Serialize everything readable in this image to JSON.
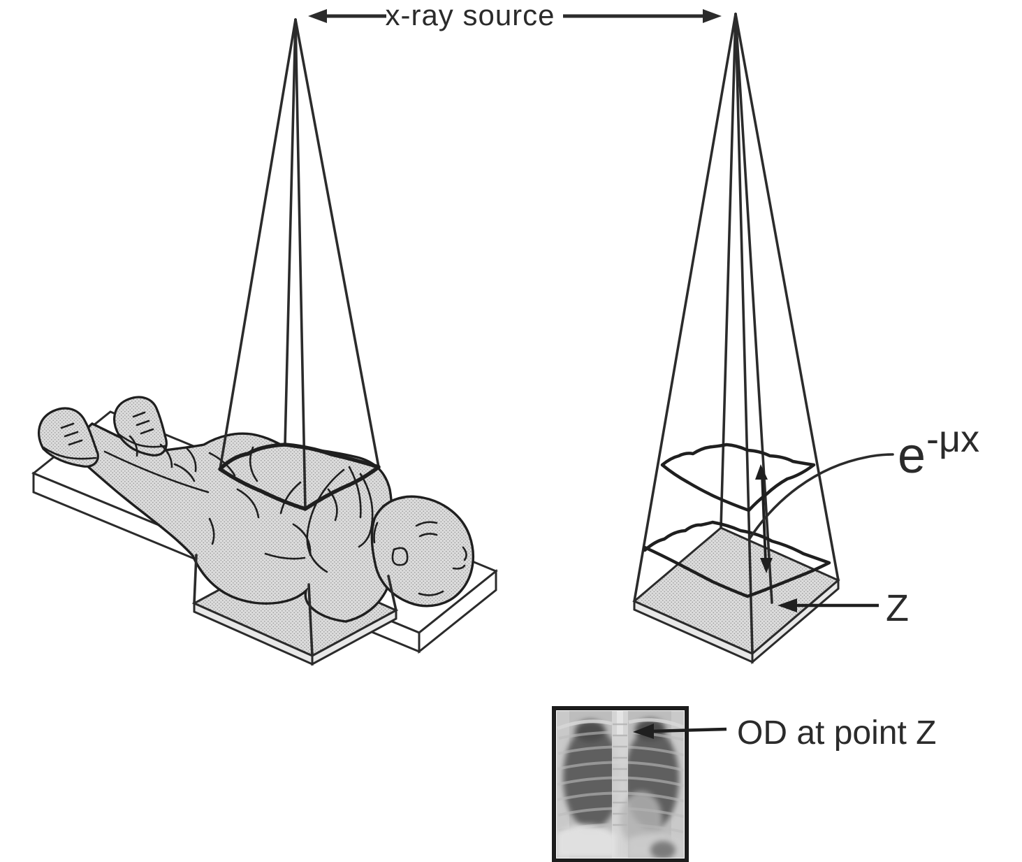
{
  "figure": {
    "labels": {
      "xray_source": "x-ray source",
      "attenuation_base": "e",
      "attenuation_exponent": "-μx",
      "detector_point": "Z",
      "optical_density": "OD at point Z"
    },
    "icons": {
      "top_left_arrow": "arrow-left-icon",
      "top_right_arrow": "arrow-right-icon",
      "attenuation_arrow": "double-headed-vertical-arrow-icon",
      "z_pointer": "arrow-left-icon",
      "od_pointer": "arrow-left-icon"
    },
    "colors": {
      "background": "#ffffff",
      "line_ink": "#2b2b2b",
      "halftone_base": "#dcdcdc",
      "halftone_dot": "#9a9a9a",
      "plate_edge": "#e8e8e8",
      "table_fill": "#ffffff",
      "radiograph_frame": "#1c1c1c",
      "radiograph_tissue": "#bdbdbd",
      "radiograph_lung": "#5f5f5f",
      "radiograph_spine": "#d6d6d6"
    }
  }
}
